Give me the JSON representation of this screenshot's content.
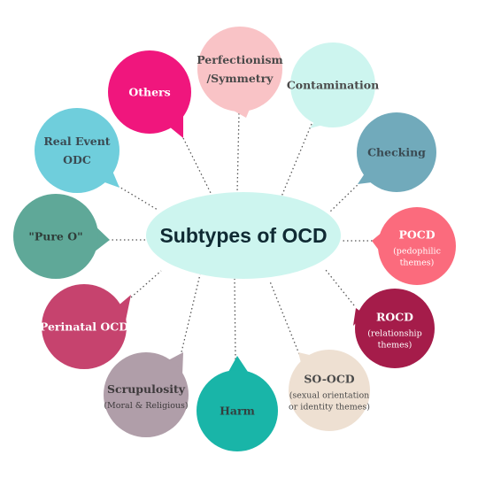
{
  "center": {
    "title": "Subtypes of OCD",
    "color": "#cdf5ef"
  },
  "bubbles": [
    {
      "id": "perfectionism",
      "lines": [
        "Perfectionism",
        "/Symmetry"
      ],
      "sub": [],
      "color": "#f9c3c6",
      "text_color": "#4a4a4a"
    },
    {
      "id": "contamination",
      "lines": [
        "Contamination"
      ],
      "sub": [],
      "color": "#cdf5ef",
      "text_color": "#4a4a4a"
    },
    {
      "id": "checking",
      "lines": [
        "Checking"
      ],
      "sub": [],
      "color": "#71aabb",
      "text_color": "#3a4a52"
    },
    {
      "id": "pocd",
      "lines": [
        "POCD"
      ],
      "sub": [
        "(pedophilic",
        "themes)"
      ],
      "color": "#fb6b7d",
      "text_color": "#ffffff"
    },
    {
      "id": "rocd",
      "lines": [
        "ROCD"
      ],
      "sub": [
        "(relationship",
        "themes)"
      ],
      "color": "#a51c4a",
      "text_color": "#ffffff"
    },
    {
      "id": "so-ocd",
      "lines": [
        "SO-OCD"
      ],
      "sub": [
        "(sexual orientation",
        "or identity themes)"
      ],
      "color": "#eee0d2",
      "text_color": "#4a4a4a"
    },
    {
      "id": "harm",
      "lines": [
        "Harm"
      ],
      "sub": [],
      "color": "#19b5a8",
      "text_color": "#33403f"
    },
    {
      "id": "scrupulosity",
      "lines": [
        "Scrupulosity"
      ],
      "sub": [
        "(Moral & Religious)"
      ],
      "color": "#b09ea9",
      "text_color": "#3e3a3c"
    },
    {
      "id": "perinatal",
      "lines": [
        "Perinatal OCD"
      ],
      "sub": [],
      "color": "#c6436e",
      "text_color": "#ffffff"
    },
    {
      "id": "pure-o",
      "lines": [
        "\"Pure O\""
      ],
      "sub": [],
      "color": "#5fa898",
      "text_color": "#2f3d39"
    },
    {
      "id": "real-event",
      "lines": [
        "Real Event",
        "ODC"
      ],
      "sub": [],
      "color": "#6fcedc",
      "text_color": "#3a4a52"
    },
    {
      "id": "others",
      "lines": [
        "Others"
      ],
      "sub": [],
      "color": "#f0167d",
      "text_color": "#ffffff"
    }
  ]
}
